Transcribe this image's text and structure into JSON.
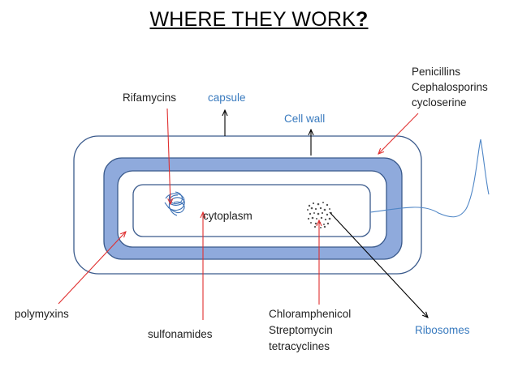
{
  "title": {
    "text": "WHERE THEY WORK",
    "mark": "?"
  },
  "structures": {
    "capsule": "capsule",
    "cell_wall": "Cell wall",
    "cytoplasm": "cytoplasm",
    "ribosomes": "Ribosomes"
  },
  "drugs": {
    "rifamycins": "Rifamycins",
    "polymyxins": "polymyxins",
    "sulfonamides": "sulfonamides",
    "cell_wall_agents": [
      "Penicillins",
      "Cephalosporins",
      "cycloserine"
    ],
    "ribosome_agents": [
      "Chloramphenicol",
      "Streptomycin",
      "tetracyclines"
    ]
  },
  "colors": {
    "membrane_fill": "#8faadc",
    "outline": "#3a5a8c",
    "blue_text": "#3a7bbf",
    "red_arrow": "#e03030",
    "black_arrow": "#000000",
    "flagellum": "#4f86c6"
  },
  "icons": [
    "dna-tangle-icon",
    "ribosome-dots-icon"
  ]
}
